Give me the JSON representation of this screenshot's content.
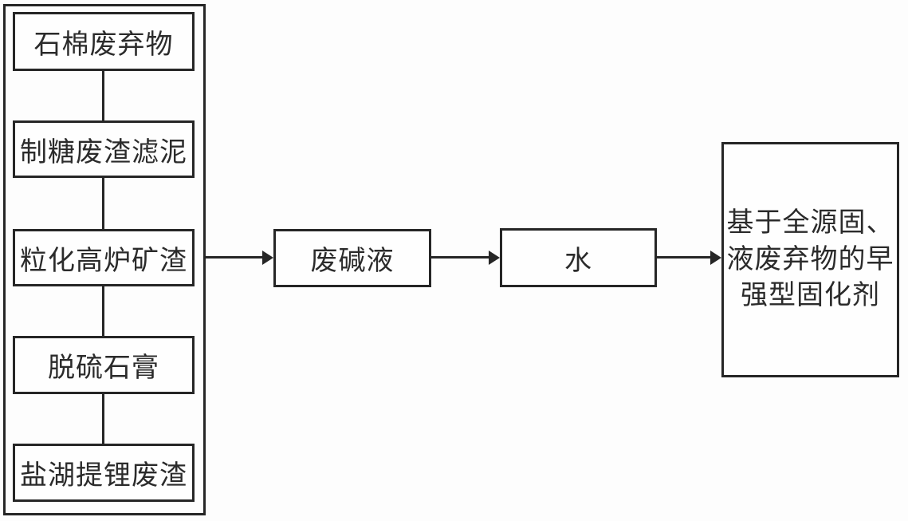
{
  "diagram": {
    "background_color": "#fdfdfd",
    "line_color": "#262626",
    "text_color": "#2b2b2b",
    "source_group": {
      "boxes": [
        {
          "label": "石棉废弃物"
        },
        {
          "label": "制糖废渣滤泥"
        },
        {
          "label": "粒化高炉矿渣"
        },
        {
          "label": "脱硫石膏"
        },
        {
          "label": "盐湖提锂废渣"
        }
      ]
    },
    "flow_boxes": [
      {
        "label": "废碱液"
      },
      {
        "label": "水"
      }
    ],
    "result_box": {
      "label": "基于全源固、液废弃物的早强型固化剂",
      "lines": [
        "基于全源固、",
        "液废弃物的早",
        "强型固化剂"
      ]
    }
  }
}
